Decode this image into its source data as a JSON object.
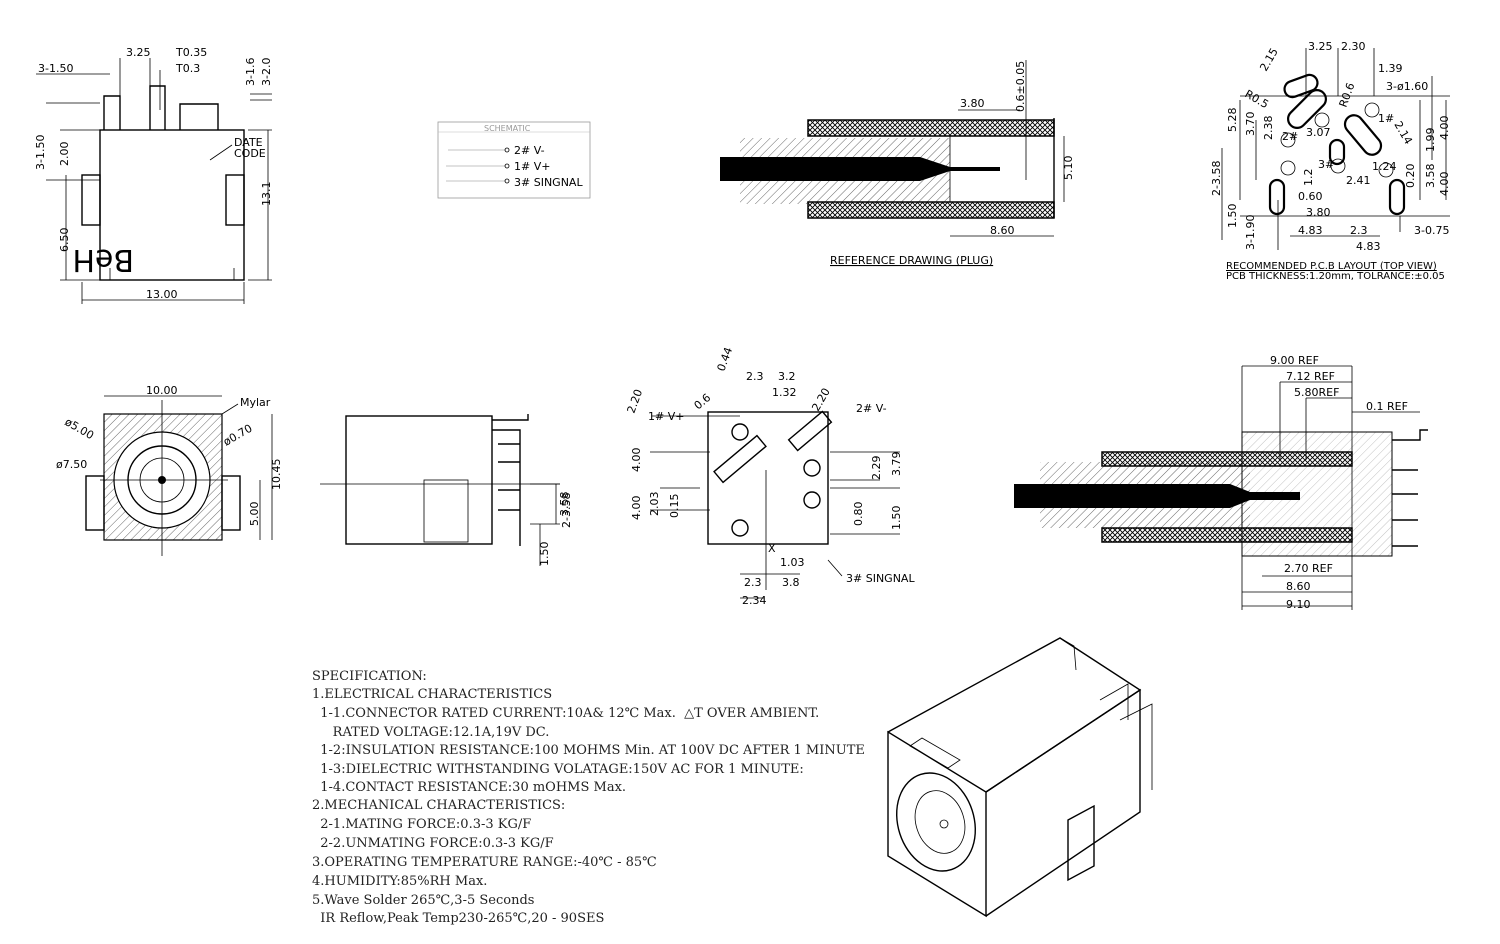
{
  "front_view": {
    "dims": [
      "3-1.50",
      "3.25",
      "T0.35",
      "T0.3",
      "3-1.6",
      "3-2.0",
      "3-1.50",
      "2.00",
      "6.50",
      "13.1",
      "13.00"
    ],
    "date_code_line1": "DATE",
    "date_code_line2": "CODE",
    "logo_text": "BeH"
  },
  "schematic": {
    "title": "SCHEMATIC",
    "pins": [
      "2# V-",
      "1# V+",
      "3# SINGNAL"
    ]
  },
  "plug_reference": {
    "dims": [
      "3.80",
      "0.6±0.05",
      "5.10",
      "8.60"
    ],
    "caption": "REFERENCE DRAWING (PLUG)"
  },
  "pcb_layout": {
    "dims": [
      "3.25",
      "2.30",
      "2.15",
      "1.39",
      "R0.6",
      "3-ø1.60",
      "R0.5",
      "5.28",
      "3.70",
      "2.38",
      "3.07",
      "2.14",
      "4.00",
      "1.99",
      "2#",
      "1#",
      "3#",
      "1.24",
      "0.20",
      "3.58",
      "4.00",
      "2-3.58",
      "1.2",
      "2.41",
      "0.60",
      "1.50",
      "3.80",
      "3-1.90",
      "4.83",
      "2.3",
      "3-0.75",
      "4.83"
    ],
    "caption_line1": "RECOMMENDED P.C.B LAYOUT (TOP VIEW)",
    "caption_line2": "PCB THICKNESS:1.20mm, TOLRANCE:±0.05"
  },
  "end_view": {
    "dims": [
      "10.00",
      "Mylar",
      "ø5.00",
      "ø0.70",
      "ø7.50",
      "10.45",
      "5.00"
    ]
  },
  "side_view": {
    "dims": [
      "3.58",
      "2-3.58",
      "1.50"
    ]
  },
  "bottom_view": {
    "dims": [
      "0.44",
      "2.20",
      "1# V+",
      "0.6",
      "2.3",
      "3.2",
      "1.32",
      "2.20",
      "2# V-",
      "4.00",
      "2.29",
      "3.79",
      "4.00",
      "2.03",
      "0.15",
      "0.80",
      "1.50",
      "1.03",
      "2.3",
      "3.8",
      "2.34",
      "3# SINGNAL"
    ],
    "x_mark": "X"
  },
  "mated_section": {
    "dims": [
      "9.00 REF",
      "7.12 REF",
      "5.80REF",
      "0.1 REF",
      "2.70 REF",
      "8.60",
      "9.10"
    ]
  },
  "specification": {
    "lines": [
      "SPECIFICATION:",
      "1.ELECTRICAL CHARACTERISTICS",
      "  1-1.CONNECTOR RATED CURRENT:10A& 12℃ Max.  △T OVER AMBIENT.",
      "     RATED VOLTAGE:12.1A,19V DC.",
      "  1-2:INSULATION RESISTANCE:100 MOHMS Min. AT 100V DC AFTER 1 MINUTE",
      "  1-3:DIELECTRIC WITHSTANDING VOLATAGE:150V AC FOR 1 MINUTE:",
      "  1-4.CONTACT RESISTANCE:30 mOHMS Max.",
      "2.MECHANICAL CHARACTERISTICS:",
      "  2-1.MATING FORCE:0.3-3 KG/F",
      "  2-2.UNMATING FORCE:0.3-3 KG/F",
      "3.OPERATING TEMPERATURE RANGE:-40℃ - 85℃",
      "4.HUMIDITY:85%RH Max.",
      "5.Wave Solder 265℃,3-5 Seconds",
      "  IR Reflow,Peak Temp230-265℃,20 - 90SES"
    ]
  }
}
